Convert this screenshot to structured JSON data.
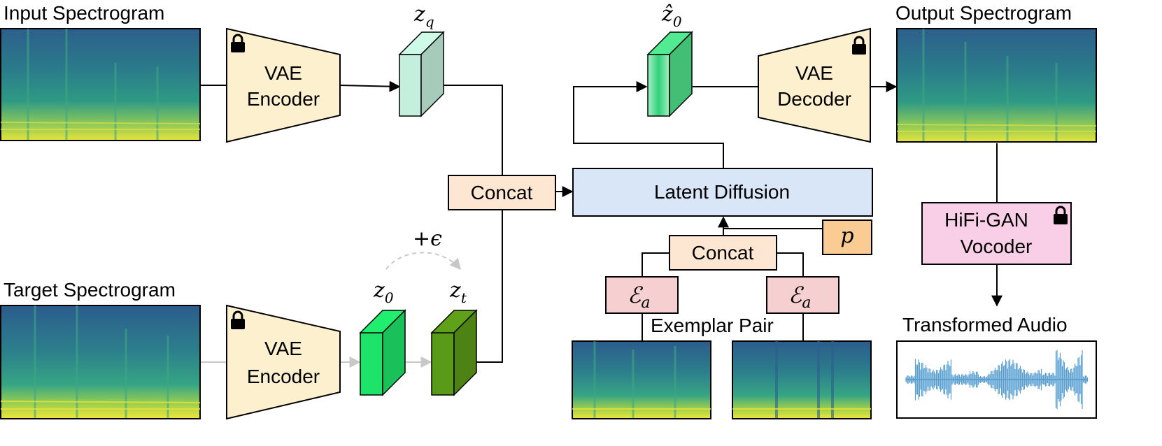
{
  "labels": {
    "input_spectrogram": "Input Spectrogram",
    "target_spectrogram": "Target Spectrogram",
    "output_spectrogram": "Output Spectrogram",
    "transformed_audio": "Transformed Audio",
    "exemplar_pair": "Exemplar Pair"
  },
  "encoder_top": {
    "line1": "VAE",
    "line2": "Encoder"
  },
  "encoder_bottom": {
    "line1": "VAE",
    "line2": "Encoder"
  },
  "decoder": {
    "line1": "VAE",
    "line2": "Decoder"
  },
  "concat_left": "Concat",
  "concat_right": "Concat",
  "latent_diffusion": "Latent Diffusion",
  "vocoder": {
    "line1": "HiFi-GAN",
    "line2": "Vocoder"
  },
  "p_label": "p",
  "latents": {
    "zq": {
      "base": "z",
      "sub": "q"
    },
    "z0hat": {
      "base": "ẑ",
      "sub": "0"
    },
    "z0": {
      "base": "z",
      "sub": "0"
    },
    "zt": {
      "base": "z",
      "sub": "t"
    }
  },
  "audio_encoder": {
    "base": "ℰ",
    "sub": "a"
  },
  "noise_label": "+ϵ",
  "colors": {
    "vae": "#fdf0cf",
    "concat": "#fde6d2",
    "latent_diffusion": "#d9e6f8",
    "vocoder": "#f9cfe7",
    "audio_encoder": "#f6d0d0",
    "p_box": "#fbcb94",
    "zq_cube": "#c4efdc",
    "z0hat_cube": "#4ee08a",
    "z0_cube": "#1ee36a",
    "zt_cube": "#5a9a19",
    "waveform": "#5b9fd0"
  },
  "icons": [
    "lock-icon"
  ]
}
